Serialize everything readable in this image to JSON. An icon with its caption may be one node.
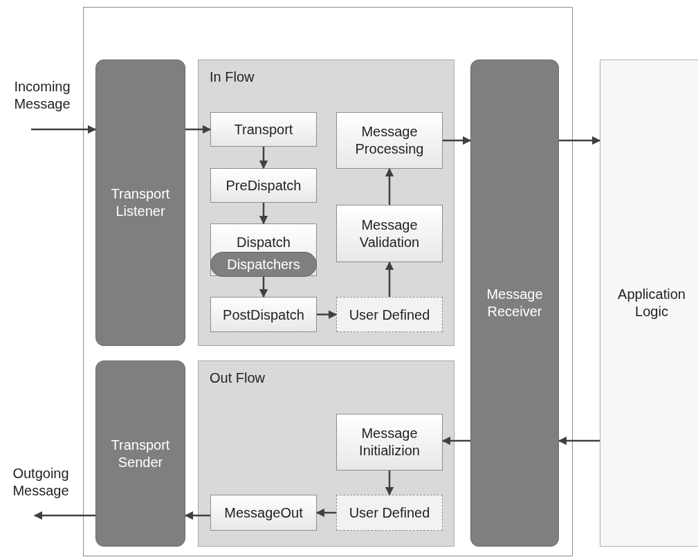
{
  "diagram": {
    "nodes": [
      {
        "text": [],
        "shape": "box"
      },
      {
        "text": [
          "Transport Listener"
        ],
        "in": 0
      },
      {
        "text": [
          "In Flow"
        ],
        "in": 0
      },
      {
        "text": [
          "Transport"
        ],
        "in": 2
      },
      {
        "text": [
          "PreDispatch"
        ],
        "in": 2
      },
      {
        "text": [
          "Dispatch"
        ],
        "in": 2
      },
      {
        "text": [
          "Dispatchers"
        ],
        "in": 5
      },
      {
        "text": [
          "PostDispatch"
        ],
        "in": 2
      },
      {
        "text": [
          "User Defined"
        ],
        "in": 2
      },
      {
        "text": [
          "Message Validation"
        ],
        "in": 2
      },
      {
        "text": [
          "Message Processing"
        ],
        "in": 2
      },
      {
        "text": [
          "Message Receiver"
        ],
        "in": 0
      },
      {
        "text": [
          "Application Logic"
        ]
      },
      {
        "text": [
          "Transport Sender"
        ],
        "in": 0
      },
      {
        "text": [
          "Out Flow"
        ],
        "in": 0
      },
      {
        "text": [
          "Message Initializion"
        ],
        "in": 14
      },
      {
        "text": [
          "User Defined"
        ],
        "in": 14
      },
      {
        "text": [
          "MessageOut"
        ],
        "in": 14
      }
    ],
    "edges": [
      {
        "from": null,
        "to": 1,
        "arrow": "to"
      },
      {
        "from": 1,
        "to": 3,
        "arrow": "to"
      },
      {
        "from": 3,
        "to": 4,
        "arrow": "to"
      },
      {
        "from": 4,
        "to": 5,
        "arrow": "to"
      },
      {
        "from": 6,
        "to": 7,
        "arrow": "to"
      },
      {
        "from": 7,
        "to": 8,
        "arrow": "to"
      },
      {
        "from": 8,
        "to": 9,
        "arrow": "to"
      },
      {
        "from": 9,
        "to": 10,
        "arrow": "to"
      },
      {
        "from": 10,
        "to": 11,
        "arrow": "to"
      },
      {
        "from": 11,
        "to": 12,
        "arrow": "to"
      },
      {
        "from": 12,
        "to": 11,
        "arrow": "to"
      },
      {
        "from": 11,
        "to": 15,
        "arrow": "to"
      },
      {
        "from": 15,
        "to": 16,
        "arrow": "to"
      },
      {
        "from": 16,
        "to": 17,
        "arrow": "to"
      },
      {
        "from": 17,
        "to": 13,
        "arrow": "to"
      },
      {
        "from": 13,
        "to": null,
        "arrow": "to"
      }
    ],
    "labels": [
      "Incoming Message",
      "Outgoing Message"
    ]
  }
}
